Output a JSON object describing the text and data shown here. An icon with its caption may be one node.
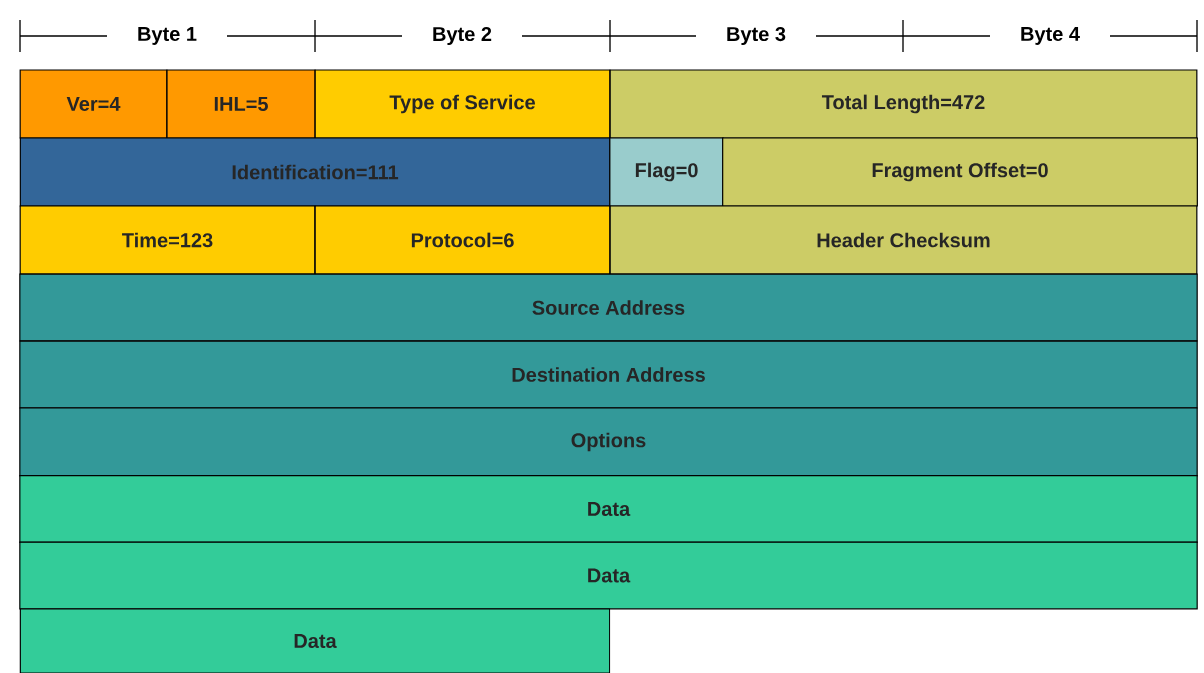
{
  "diagram": {
    "nodes": [
      {
        "text": [
          "Ver=4"
        ]
      },
      {
        "text": [
          "IHL=5"
        ]
      },
      {
        "text": [
          "Type of Service"
        ]
      },
      {
        "text": [
          "Total Length=472"
        ]
      },
      {
        "text": [
          "Identification=111"
        ]
      },
      {
        "text": [
          "Flag=0"
        ]
      },
      {
        "text": [
          "Fragment Offset=0"
        ]
      },
      {
        "text": [
          "Time=123"
        ]
      },
      {
        "text": [
          "Protocol=6"
        ]
      },
      {
        "text": [
          "Header Checksum"
        ]
      },
      {
        "text": [
          "Source Address"
        ]
      },
      {
        "text": [
          "Destination Address"
        ]
      },
      {
        "text": [
          "Options"
        ]
      },
      {
        "text": [
          "Data"
        ]
      },
      {
        "text": [
          "Data"
        ]
      },
      {
        "text": [
          "Data"
        ]
      }
    ],
    "labels": [
      "Byte 1",
      "Byte 2",
      "Byte 3",
      "Byte 4"
    ]
  }
}
